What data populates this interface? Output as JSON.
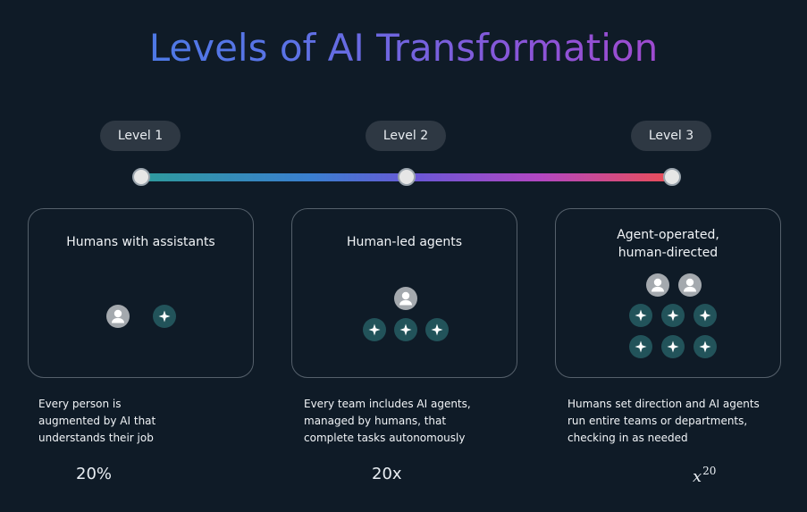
{
  "title": "Levels of AI Transformation",
  "colors": {
    "background": "#0f1b27",
    "person_icon_bg": "#a4a9ae",
    "agent_icon_bg": "#22535a",
    "track_start": "#2e9b9c",
    "track_end": "#ea4e56"
  },
  "levels": [
    {
      "label": "Level 1",
      "card_title": [
        "Humans with assistants"
      ],
      "description": [
        "Every person is",
        "augmented by AI that",
        "understands their job"
      ],
      "metric": "20%",
      "icons": {
        "people": 1,
        "agents": 1
      }
    },
    {
      "label": "Level 2",
      "card_title": [
        "Human-led agents"
      ],
      "description": [
        "Every team includes AI agents,",
        "managed by humans, that",
        "complete tasks autonomously"
      ],
      "metric": "20x",
      "icons": {
        "people": 1,
        "agents": 3
      }
    },
    {
      "label": "Level 3",
      "card_title": [
        "Agent-operated,",
        "human-directed"
      ],
      "description": [
        "Humans set direction and AI agents",
        "run entire teams or departments,",
        "checking in as needed"
      ],
      "metric_base": "x",
      "metric_exp": "20",
      "icons": {
        "people": 2,
        "agents": 6
      }
    }
  ]
}
